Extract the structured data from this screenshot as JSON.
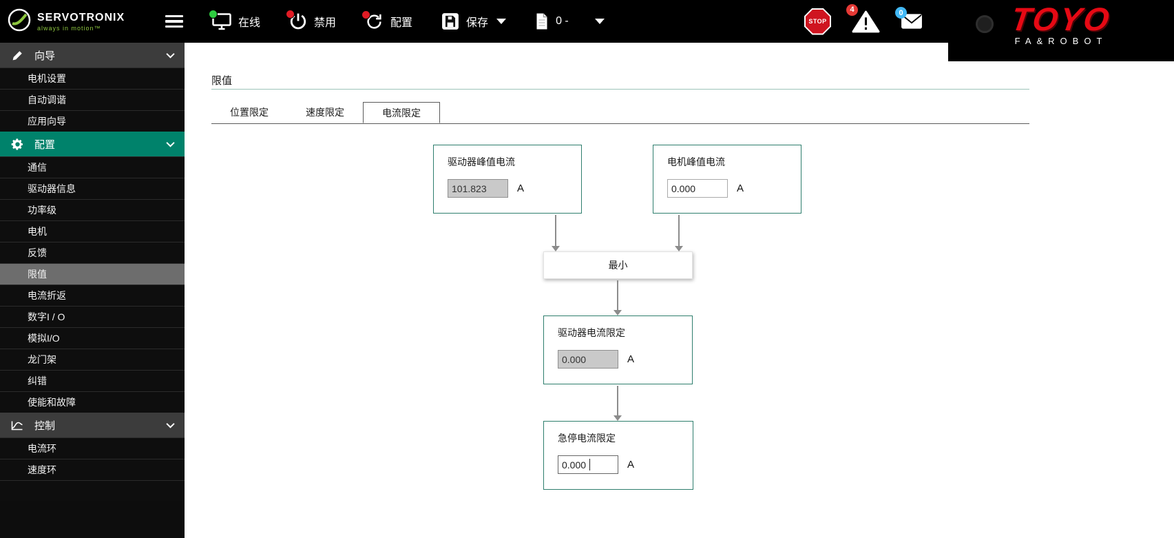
{
  "topbar": {
    "brand": "SERVOTRONIX",
    "tagline": "always in motion™",
    "online": "在线",
    "disabled": "禁用",
    "config": "配置",
    "save": "保存",
    "axis": "0 -",
    "stop": "STOP",
    "warning_badge": "4",
    "mail_badge": "0",
    "toyo": "TOYO",
    "toyo_sub": "FA&ROBOT"
  },
  "sidebar": {
    "sections": [
      {
        "label": "向导",
        "items": [
          "电机设置",
          "自动调谐",
          "应用向导"
        ]
      },
      {
        "label": "配置",
        "items": [
          "通信",
          "驱动器信息",
          "功率级",
          "电机",
          "反馈",
          "限值",
          "电流折返",
          "数字I / O",
          "模拟I/O",
          "龙门架",
          "纠错",
          "使能和故障"
        ]
      },
      {
        "label": "控制",
        "items": [
          "电流环",
          "速度环"
        ]
      }
    ],
    "selected": "限值"
  },
  "main": {
    "title": "限值",
    "tabs": [
      {
        "label": "位置限定"
      },
      {
        "label": "速度限定"
      },
      {
        "label": "电流限定"
      }
    ],
    "active_tab": "电流限定",
    "diagram": {
      "drive_peak_label": "驱动器峰值电流",
      "drive_peak_value": "101.823",
      "motor_peak_label": "电机峰值电流",
      "motor_peak_value": "0.000",
      "min_label": "最小",
      "drive_limit_label": "驱动器电流限定",
      "drive_limit_value": "0.000",
      "estop_label": "急停电流限定",
      "estop_value": "0.000",
      "unit": "A"
    }
  }
}
